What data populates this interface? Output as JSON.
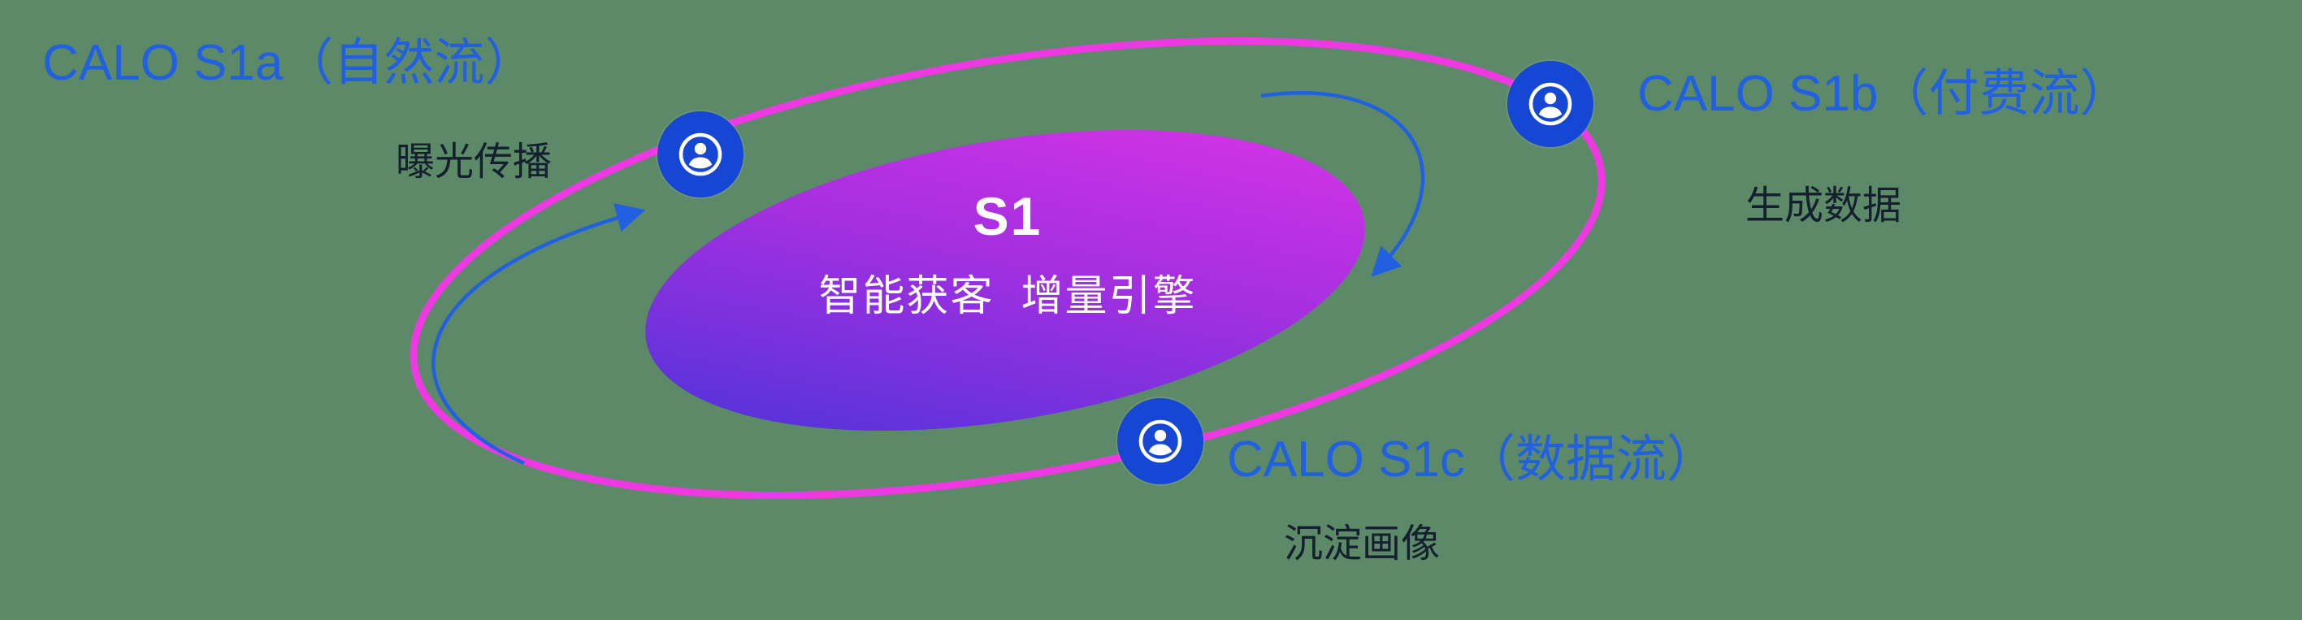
{
  "diagram": {
    "type": "orbit-diagram",
    "background_color": "#5c8a69"
  },
  "center": {
    "title": "S1",
    "subtitle": "智能获客  增量引擎"
  },
  "nodes": [
    {
      "id": "s1a",
      "label": "CALO S1a（自然流）",
      "sublabel": "曝光传播",
      "icon": "user-icon"
    },
    {
      "id": "s1b",
      "label": "CALO S1b（付费流）",
      "sublabel": "生成数据",
      "icon": "user-icon"
    },
    {
      "id": "s1c",
      "label": "CALO S1c（数据流）",
      "sublabel": "沉淀画像",
      "icon": "user-icon"
    }
  ],
  "colors": {
    "orbit_ring": "#ee39e3",
    "node_fill": "#1546d4",
    "label_blue": "#2160e0",
    "sublabel_dark": "#15202e",
    "core_gradient_start": "#4134d9",
    "core_gradient_mid": "#a52fe0",
    "core_gradient_end": "#e035e8",
    "arrow": "#2160e0"
  }
}
